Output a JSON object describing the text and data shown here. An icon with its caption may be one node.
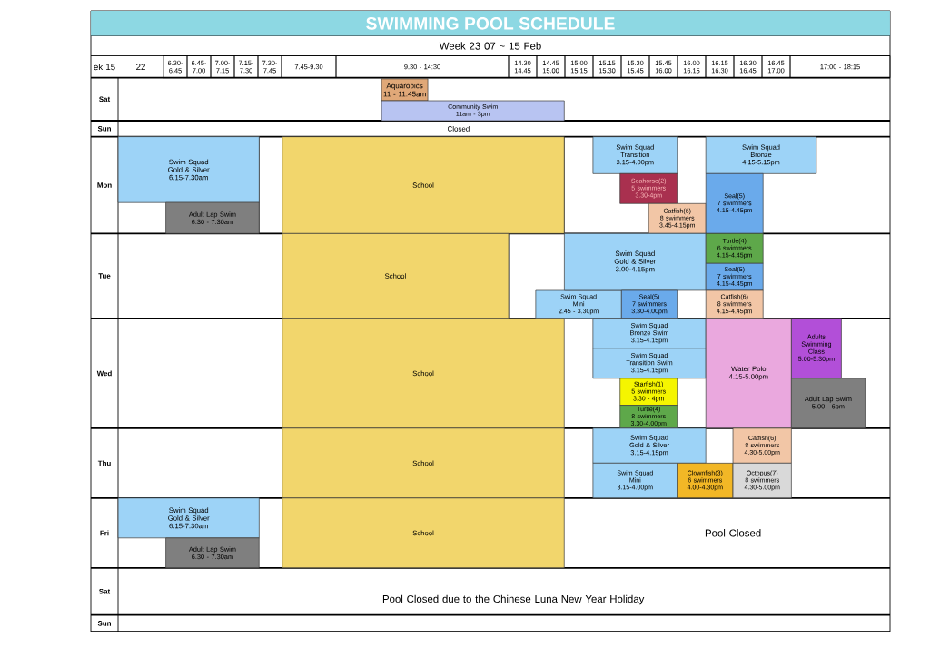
{
  "diagram": {
    "title": "SWIMMING POOL SCHEDULE",
    "nodes": [
      {
        "text": [
          "Aquarobics",
          "11 - 11:45am"
        ]
      },
      {
        "text": [
          "Community Swim",
          "11am - 3pm"
        ]
      },
      {
        "text": [
          "Swim Squad",
          "Gold & Silver",
          "6.15-7.30am"
        ]
      },
      {
        "text": [
          "Adult Lap Swim",
          "6.30 - 7.30am"
        ]
      },
      {
        "text": [
          "School"
        ]
      },
      {
        "text": [
          "Swim Squad",
          "Transition",
          "3.15-4.00pm"
        ]
      },
      {
        "text": [
          "Seahorse(2)",
          "5 swimmers",
          "3.30-4pm"
        ]
      },
      {
        "text": [
          "Catfish(6)",
          "8 swimmers",
          "3.45-4.15pm"
        ]
      },
      {
        "text": [
          "Swim Squad",
          "Bronze",
          "4.15-5.15pm"
        ]
      },
      {
        "text": [
          "Seal(5)",
          "7 swimmers",
          "4.15-4.45pm"
        ]
      },
      {
        "text": [
          "School"
        ]
      },
      {
        "text": [
          "Swim Squad",
          "Mini",
          "2.45 - 3.30pm"
        ]
      },
      {
        "text": [
          "Swim Squad",
          "Gold & Silver",
          "3.00-4.15pm"
        ]
      },
      {
        "text": [
          "Seal(5)",
          "7 swimmers",
          "3.30-4.00pm"
        ]
      },
      {
        "text": [
          "Turtle(4)",
          "6 swimmers",
          "4.15-4.45pm"
        ]
      },
      {
        "text": [
          "Seal(5)",
          "7 swimmers",
          "4.15-4.45pm"
        ]
      },
      {
        "text": [
          "Catfish(6)",
          "8 swimmers",
          "4.15-4.45pm"
        ]
      },
      {
        "text": [
          "School"
        ]
      },
      {
        "text": [
          "Swim Squad",
          "Bronze Swim",
          "3.15-4.15pm"
        ]
      },
      {
        "text": [
          "Swim Squad",
          "Transition Swim",
          "3.15-4.15pm"
        ]
      },
      {
        "text": [
          "Starfish(1)",
          "5 swimmers",
          "3.30 - 4pm"
        ]
      },
      {
        "text": [
          "Turtle(4)",
          "8 swimmers",
          "3.30-4.00pm"
        ]
      },
      {
        "text": [
          "Water Polo",
          "4.15-5.00pm"
        ]
      },
      {
        "text": [
          "Adults Swimming Class",
          "5.00-5.30pm"
        ]
      },
      {
        "text": [
          "Adult Lap Swim",
          "5.00 - 6pm"
        ]
      },
      {
        "text": [
          "School"
        ]
      },
      {
        "text": [
          "Swim Squad",
          "Gold & Silver",
          "3.15-4.15pm"
        ]
      },
      {
        "text": [
          "Swim Squad",
          "Mini",
          "3.15-4.00pm"
        ]
      },
      {
        "text": [
          "Clownfish(3)",
          "6 swimmers",
          "4.00-4.30pm"
        ]
      },
      {
        "text": [
          "Catfish(6)",
          "8 swimmers",
          "4.30-5.00pm"
        ]
      },
      {
        "text": [
          "Octopus(7)",
          "8 swimmers",
          "4.30-5.00pm"
        ]
      },
      {
        "text": [
          "Swim Squad",
          "Gold & Silver",
          "6.15-7.30am"
        ]
      },
      {
        "text": [
          "Adult Lap Swim",
          "6.30 - 7.30am"
        ]
      },
      {
        "text": [
          "School"
        ]
      }
    ],
    "labels": [
      "Week 23   07 ~ 15 Feb",
      "ek 15",
      "22",
      "6.30- 6.45",
      "6.45- 7.00",
      "7.00- 7.15",
      "7.15- 7.30",
      "7.30- 7.45",
      "7.45-9.30",
      "9.30 - 14:30",
      "14.30 14.45",
      "14.45 15.00",
      "15.00 15.15",
      "15.15 15.30",
      "15.30 15.45",
      "15.45 16.00",
      "16.00 16.15",
      "16.15 16.30",
      "16.30 16.45",
      "16.45 17.00",
      "17:00 - 18:15",
      "Sat",
      "Sun",
      "Closed",
      "Mon",
      "Tue",
      "Wed",
      "Thu",
      "Fri",
      "Pool Closed",
      "Sat",
      "Pool Closed due to the Chinese Luna New Year Holiday",
      "Sun"
    ]
  }
}
